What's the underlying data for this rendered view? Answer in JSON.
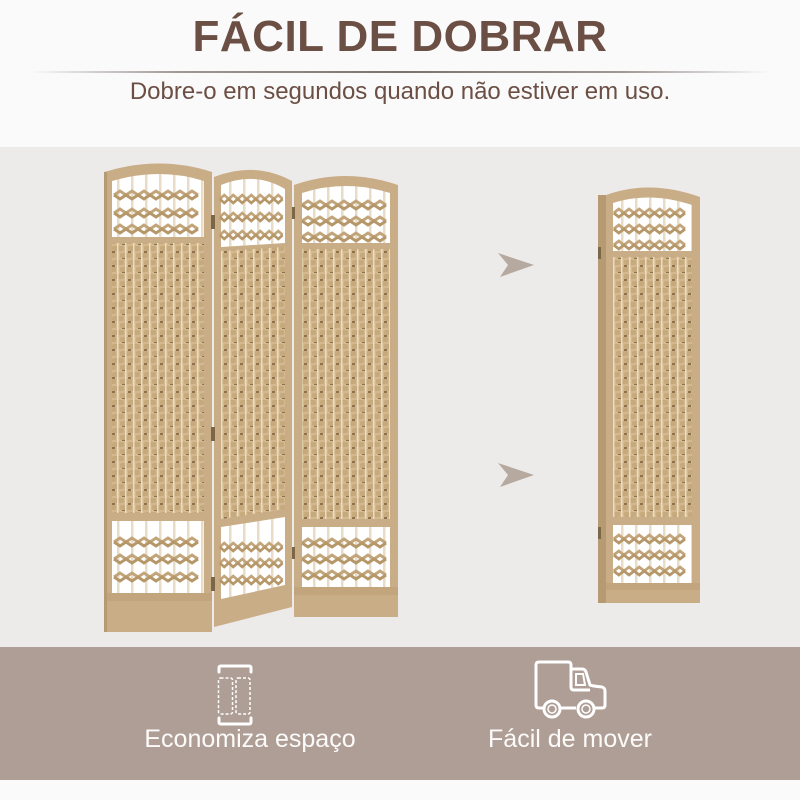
{
  "header": {
    "title": "FÁCIL DE DOBRAR",
    "subtitle": "Dobre-o em segundos quando não estiver em uso."
  },
  "product_image": {
    "description": "Biombo de vime de 3 painéis mostrado aberto e dobrado",
    "unfolded_panels": 3,
    "colors": {
      "background": "#edeaea",
      "frame": "#c9ad86",
      "weave": "#d8bf97",
      "weave_dark": "#b3966d",
      "open_area": "#ffffff"
    }
  },
  "arrows": [
    {
      "icon": "arrow-right-icon"
    },
    {
      "icon": "arrow-right-icon"
    }
  ],
  "features": [
    {
      "icon": "folded-panels-icon",
      "label": "Economiza espaço"
    },
    {
      "icon": "delivery-truck-icon",
      "label": "Fácil de mover"
    }
  ],
  "colors": {
    "title": "#6b4f44",
    "band": "#ae9e96",
    "header_bg": "#fbfafa",
    "photo_bg": "#edeaea",
    "feature_text": "#ffffff"
  }
}
